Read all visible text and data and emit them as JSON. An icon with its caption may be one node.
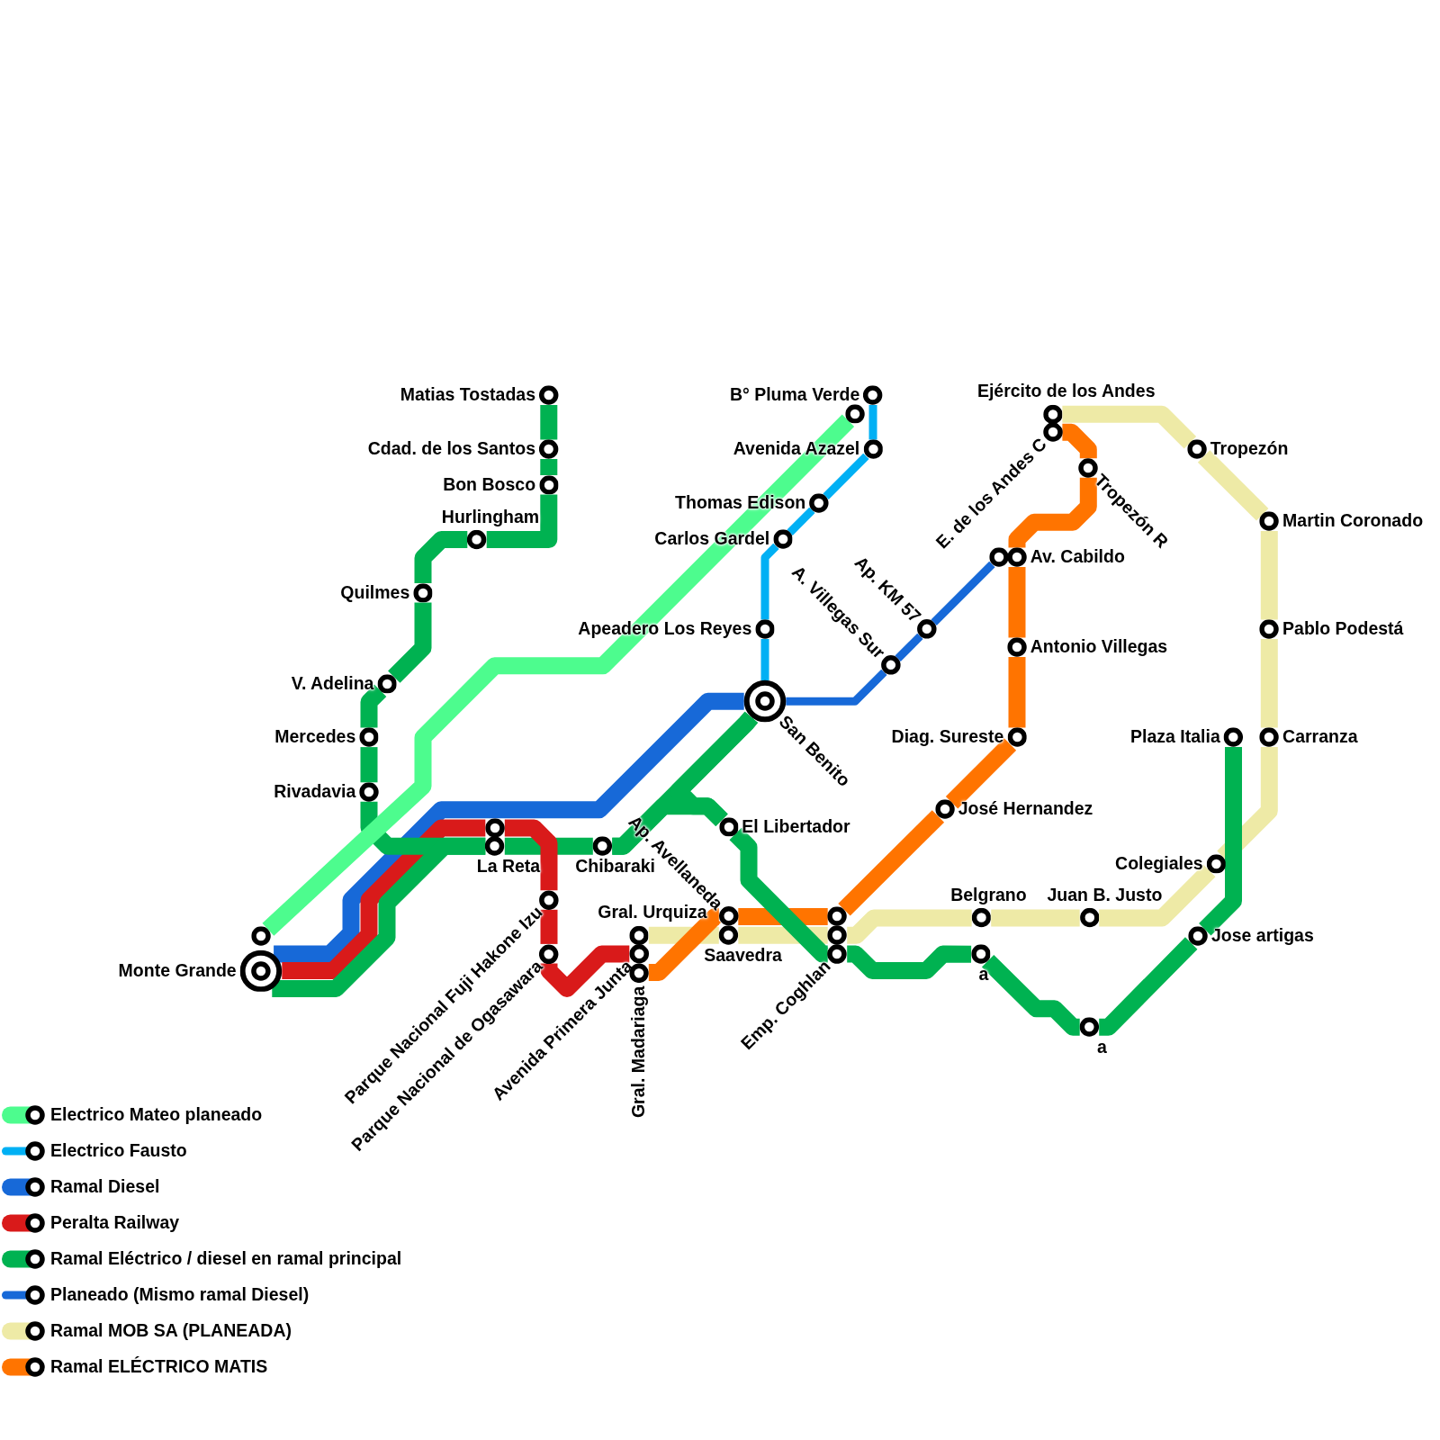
{
  "diagram": {
    "nodes": [
      {
        "text": [
          "Matias Tostadas"
        ]
      },
      {
        "text": [
          "B° Pluma Verde"
        ]
      },
      {
        "text": [
          "Ejército de los Andes"
        ]
      },
      {
        "text": [],
        "shape": "circle"
      },
      {
        "text": [
          "E. de los Andes C"
        ]
      },
      {
        "text": [
          "Cdad. de los Santos"
        ]
      },
      {
        "text": [
          "Avenida Azazel"
        ]
      },
      {
        "text": [
          "Tropezón"
        ]
      },
      {
        "text": [
          "Tropezón R"
        ]
      },
      {
        "text": [
          "Bon Bosco"
        ]
      },
      {
        "text": [
          "Thomas Edison"
        ]
      },
      {
        "text": [
          "Martin Coronado"
        ]
      },
      {
        "text": [
          "Hurlingham"
        ]
      },
      {
        "text": [
          "Carlos Gardel"
        ]
      },
      {
        "text": [],
        "shape": "circle"
      },
      {
        "text": [
          "Av. Cabildo"
        ]
      },
      {
        "text": [
          "Quilmes"
        ]
      },
      {
        "text": [
          "Apeadero Los Reyes"
        ]
      },
      {
        "text": [
          "Ap. KM 57"
        ]
      },
      {
        "text": [
          "Pablo Podestá"
        ]
      },
      {
        "text": [
          "Antonio Villegas"
        ]
      },
      {
        "text": [
          "A. Villegas Sur"
        ]
      },
      {
        "text": [
          "V. Adelina"
        ]
      },
      {
        "text": [
          "San Benito"
        ]
      },
      {
        "text": [
          "Mercedes"
        ]
      },
      {
        "text": [
          "Diag. Sureste"
        ]
      },
      {
        "text": [
          "Plaza Italia"
        ]
      },
      {
        "text": [
          "Carranza"
        ]
      },
      {
        "text": [
          "Rivadavia"
        ]
      },
      {
        "text": [
          "José Hernandez"
        ]
      },
      {
        "text": [],
        "shape": "circle"
      },
      {
        "text": [
          "El Libertador"
        ]
      },
      {
        "text": [
          "La Reta"
        ]
      },
      {
        "text": [
          "Chibaraki"
        ]
      },
      {
        "text": [
          "Colegiales"
        ]
      },
      {
        "text": [
          "Parque Nacional Fuji Hakone Izu"
        ]
      },
      {
        "text": [
          "Ap. Avellaneda"
        ]
      },
      {
        "text": [],
        "shape": "circle"
      },
      {
        "text": [
          "Belgrano"
        ]
      },
      {
        "text": [
          "Juan B. Justo"
        ]
      },
      {
        "text": [
          "Gral. Urquiza"
        ]
      },
      {
        "text": [],
        "shape": "circle"
      },
      {
        "text": [
          "Saavedra"
        ]
      },
      {
        "text": [],
        "shape": "circle"
      },
      {
        "text": [
          "Jose artigas"
        ]
      },
      {
        "text": [
          "Parque Nacional de Ogasawara"
        ]
      },
      {
        "text": [
          "Avenida Primera Junta"
        ]
      },
      {
        "text": [
          "Emp. Coghlan"
        ]
      },
      {
        "text": [
          "a"
        ]
      },
      {
        "text": [
          "Monte Grande"
        ]
      },
      {
        "text": [
          "Gral. Madariaga"
        ]
      },
      {
        "text": [
          "a"
        ]
      }
    ],
    "edges": [
      {
        "from": 41,
        "to": 3,
        "arrow": "none",
        "color": "#4dfc8e"
      },
      {
        "from": 1,
        "to": 6,
        "arrow": "none",
        "color": "#00b0f4"
      },
      {
        "from": 6,
        "to": 10,
        "arrow": "none",
        "color": "#00b0f4"
      },
      {
        "from": 10,
        "to": 13,
        "arrow": "none",
        "color": "#00b0f4"
      },
      {
        "from": 13,
        "to": 17,
        "arrow": "none",
        "color": "#00b0f4"
      },
      {
        "from": 17,
        "to": 23,
        "arrow": "none",
        "color": "#00b0f4"
      },
      {
        "from": 49,
        "to": 23,
        "arrow": "none",
        "color": "#1769d8"
      },
      {
        "from": 49,
        "to": 30,
        "arrow": "none",
        "color": "#d91a1a"
      },
      {
        "from": 30,
        "to": 35,
        "arrow": "none",
        "color": "#d91a1a"
      },
      {
        "from": 35,
        "to": 45,
        "arrow": "none",
        "color": "#d91a1a"
      },
      {
        "from": 45,
        "to": 46,
        "arrow": "none",
        "color": "#d91a1a"
      },
      {
        "from": 0,
        "to": 5,
        "arrow": "none"
      },
      {
        "from": 5,
        "to": 9,
        "arrow": "none"
      },
      {
        "from": 9,
        "to": 12,
        "arrow": "none"
      },
      {
        "from": 12,
        "to": 16,
        "arrow": "none"
      },
      {
        "from": 16,
        "to": 22,
        "arrow": "none"
      },
      {
        "from": 22,
        "to": 24,
        "arrow": "none"
      },
      {
        "from": 24,
        "to": 28,
        "arrow": "none"
      },
      {
        "from": 28,
        "to": 32,
        "arrow": "none"
      },
      {
        "from": 49,
        "to": 32,
        "arrow": "none"
      },
      {
        "from": 32,
        "to": 33,
        "arrow": "none"
      },
      {
        "from": 33,
        "to": 23,
        "arrow": "none"
      },
      {
        "from": 23,
        "to": 31,
        "arrow": "none"
      },
      {
        "from": 33,
        "to": 31,
        "arrow": "none"
      },
      {
        "from": 31,
        "to": 47,
        "arrow": "none"
      },
      {
        "from": 47,
        "to": 48,
        "arrow": "none"
      },
      {
        "from": 48,
        "to": 51,
        "arrow": "none"
      },
      {
        "from": 51,
        "to": 44,
        "arrow": "none"
      },
      {
        "from": 44,
        "to": 26,
        "arrow": "none"
      },
      {
        "from": 23,
        "to": 21,
        "arrow": "none",
        "color": "#1769d8"
      },
      {
        "from": 21,
        "to": 18,
        "arrow": "none",
        "color": "#1769d8"
      },
      {
        "from": 18,
        "to": 14,
        "arrow": "none",
        "color": "#1769d8"
      },
      {
        "from": 40,
        "to": 42,
        "arrow": "none",
        "color": "#eeeaa6"
      },
      {
        "from": 42,
        "to": 43,
        "arrow": "none",
        "color": "#eeeaa6"
      },
      {
        "from": 43,
        "to": 38,
        "arrow": "none",
        "color": "#eeeaa6"
      },
      {
        "from": 38,
        "to": 39,
        "arrow": "none",
        "color": "#eeeaa6"
      },
      {
        "from": 39,
        "to": 34,
        "arrow": "none",
        "color": "#eeeaa6"
      },
      {
        "from": 34,
        "to": 27,
        "arrow": "none",
        "color": "#eeeaa6"
      },
      {
        "from": 27,
        "to": 19,
        "arrow": "none",
        "color": "#eeeaa6"
      },
      {
        "from": 19,
        "to": 11,
        "arrow": "none",
        "color": "#eeeaa6"
      },
      {
        "from": 11,
        "to": 7,
        "arrow": "none",
        "color": "#eeeaa6"
      },
      {
        "from": 7,
        "to": 2,
        "arrow": "none",
        "color": "#eeeaa6"
      },
      {
        "from": 50,
        "to": 36,
        "arrow": "none",
        "color": "#ff7400"
      },
      {
        "from": 36,
        "to": 37,
        "arrow": "none",
        "color": "#ff7400"
      },
      {
        "from": 37,
        "to": 29,
        "arrow": "none",
        "color": "#ff7400"
      },
      {
        "from": 29,
        "to": 25,
        "arrow": "none",
        "color": "#ff7400"
      },
      {
        "from": 25,
        "to": 20,
        "arrow": "none",
        "color": "#ff7400"
      },
      {
        "from": 20,
        "to": 15,
        "arrow": "none",
        "color": "#ff7400"
      },
      {
        "from": 15,
        "to": 8,
        "arrow": "none",
        "color": "#ff7400"
      },
      {
        "from": 8,
        "to": 4,
        "arrow": "none",
        "color": "#ff7400"
      }
    ],
    "legend": [
      {
        "text": "Electrico Mateo planeado",
        "color": "#4dfc8e"
      },
      {
        "text": "Electrico Fausto",
        "color": "#00b0f4"
      },
      {
        "text": "Ramal Diesel",
        "color": "#1769d8"
      },
      {
        "text": "Peralta Railway",
        "color": "#d91a1a"
      },
      {
        "text": "Ramal Eléctrico / diesel en ramal principal",
        "color": "#00b251"
      },
      {
        "text": "Planeado (Mismo ramal Diesel)",
        "color": "#1769d8"
      },
      {
        "text": "Ramal MOB SA (PLANEADA)",
        "color": "#eeeaa6"
      },
      {
        "text": "Ramal ELÉCTRICO MATIS",
        "color": "#ff7400"
      }
    ]
  }
}
